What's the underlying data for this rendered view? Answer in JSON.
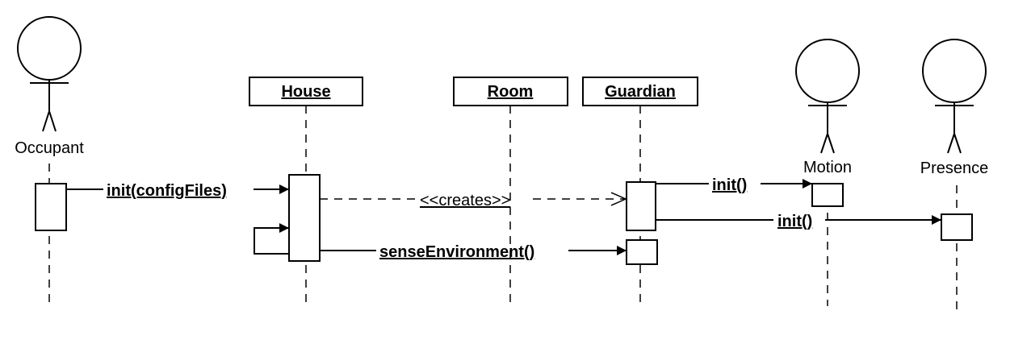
{
  "actors": {
    "occupant": "Occupant",
    "motion": "Motion",
    "presence": "Presence"
  },
  "objects": {
    "house": "House",
    "room": "Room",
    "guardian": "Guardian"
  },
  "messages": {
    "init_config": "init(configFiles)",
    "creates": "<<creates>>",
    "sense_environment": "senseEnvironment()",
    "init_motion": "init()",
    "init_presence": "init()"
  }
}
